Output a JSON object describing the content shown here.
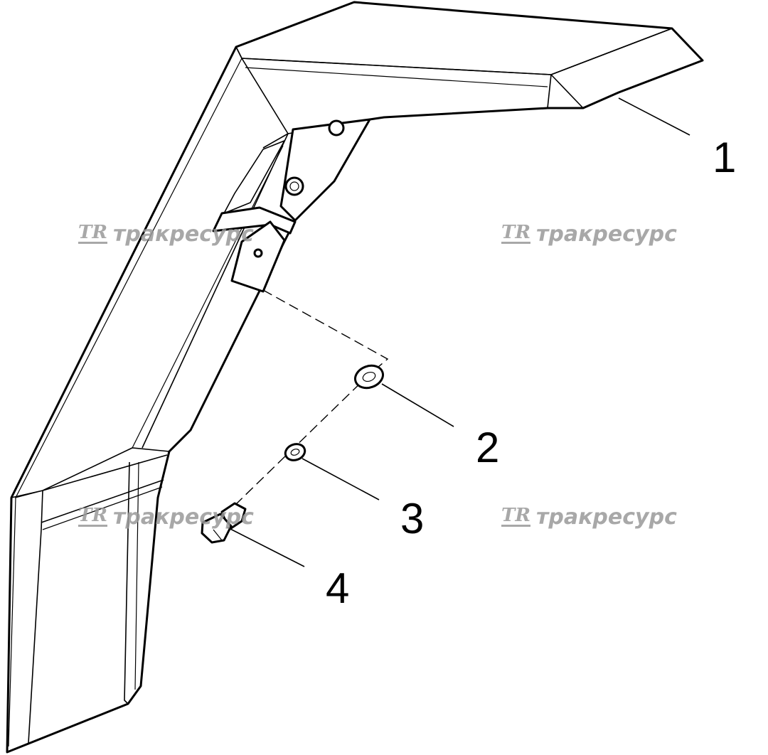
{
  "callouts": {
    "part_1": "1",
    "part_2": "2",
    "part_3": "3",
    "part_4": "4"
  },
  "watermark": {
    "logo": "TR",
    "text": "тракресурс",
    "color": "#9a9a9a"
  }
}
